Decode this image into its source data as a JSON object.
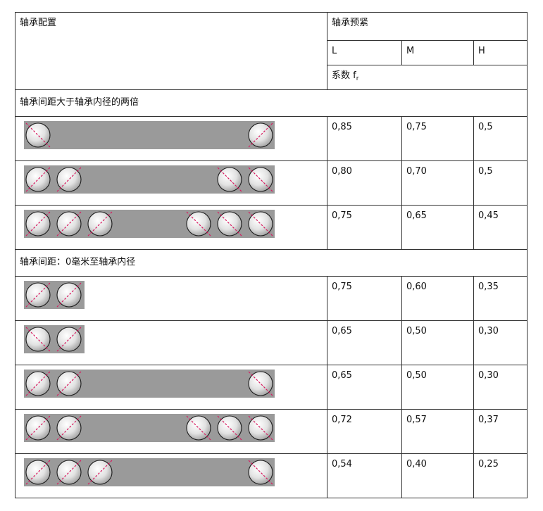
{
  "table": {
    "header": {
      "config_label": "轴承配置",
      "preload_label": "轴承预紧",
      "col_L": "L",
      "col_M": "M",
      "col_H": "H",
      "factor_label": "系数 f",
      "factor_sub": "r"
    },
    "sections": [
      {
        "title": "轴承间距大于轴承内径的两倍",
        "rows": [
          {
            "L": "0,85",
            "M": "0,75",
            "H": "0,5"
          },
          {
            "L": "0,80",
            "M": "0,70",
            "H": "0,5"
          },
          {
            "L": "0,75",
            "M": "0,65",
            "H": "0,45"
          }
        ]
      },
      {
        "title": "轴承间距：0毫米至轴承内径",
        "rows": [
          {
            "L": "0,75",
            "M": "0,60",
            "H": "0,35"
          },
          {
            "L": "0,65",
            "M": "0,50",
            "H": "0,30"
          },
          {
            "L": "0,65",
            "M": "0,50",
            "H": "0,30"
          },
          {
            "L": "0,72",
            "M": "0,57",
            "H": "0,37"
          },
          {
            "L": "0,54",
            "M": "0,40",
            "H": "0,25"
          }
        ]
      }
    ]
  },
  "colors": {
    "bar": "#9a9a9a",
    "contact_line": "#d81b60",
    "ball_highlight": "#ffffff",
    "ball_shadow": "#a8a8a8",
    "border": "#333333"
  }
}
